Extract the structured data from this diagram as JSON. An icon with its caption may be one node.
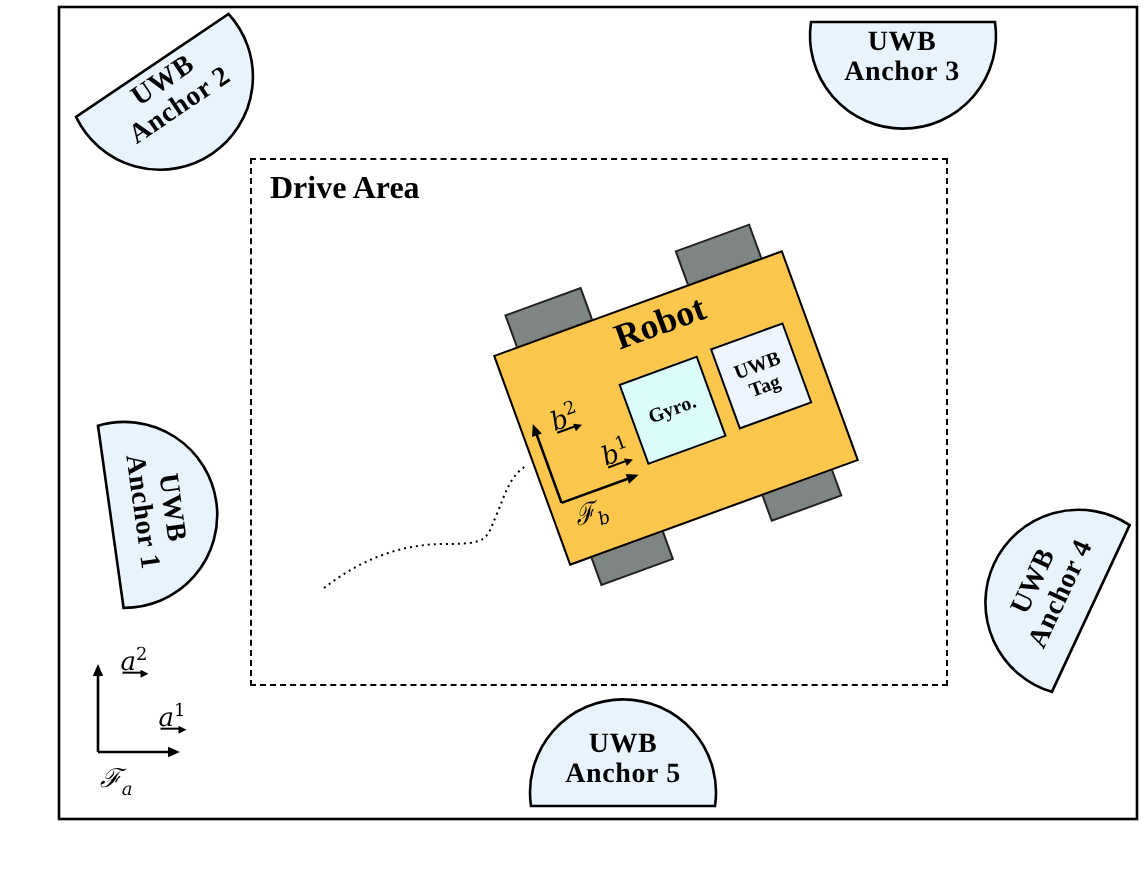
{
  "diagram": {
    "nodes": [
      {
        "text": [
          "UWB Anchor 2"
        ]
      },
      {
        "text": [
          "UWB Anchor 3"
        ]
      },
      {
        "text": [
          "Drive Area"
        ]
      },
      {
        "text": [
          "Robot"
        ],
        "in": 2
      },
      {
        "text": [
          "Gyro."
        ],
        "in": 3
      },
      {
        "text": [
          "UWB Tag"
        ],
        "in": 3
      },
      {
        "text": [
          "UWB Anchor 1"
        ]
      },
      {
        "text": [
          "UWB Anchor 4"
        ]
      },
      {
        "text": [
          "UWB Anchor 5"
        ]
      }
    ],
    "labels": [
      "b$^{2}$",
      "b$^{1}$",
      "ℱ$_{b}$",
      "a$^{2}$",
      "a$^{1}$",
      "ℱ$_{a}$"
    ]
  }
}
